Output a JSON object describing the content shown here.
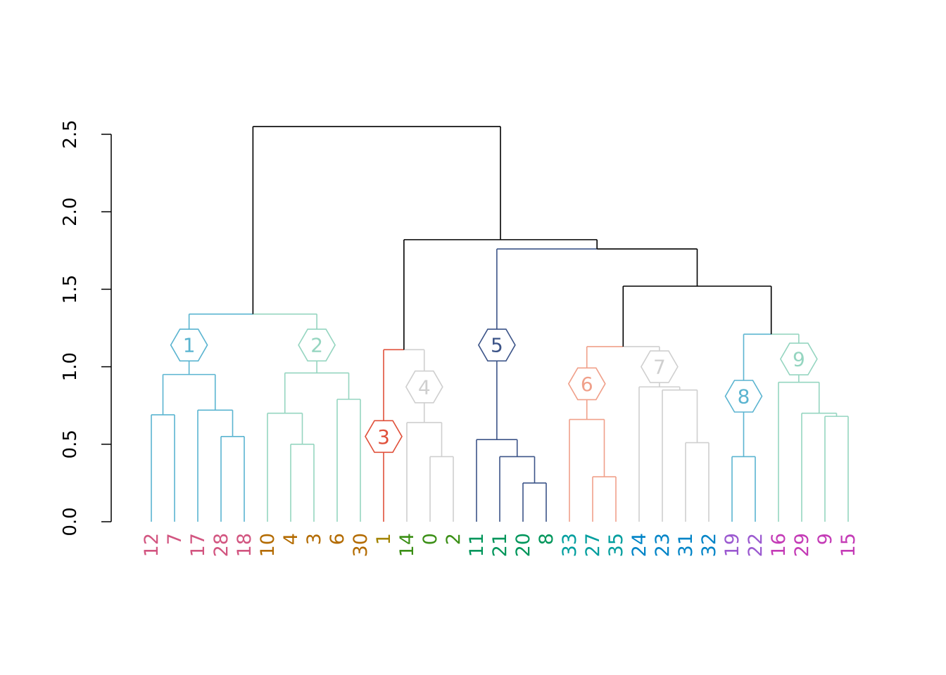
{
  "chart_data": {
    "type": "dendrogram",
    "title": "",
    "xlabel": "",
    "ylabel": "",
    "ylim": [
      0,
      2.5
    ],
    "y_ticks": [
      "0.0",
      "0.5",
      "1.0",
      "1.5",
      "2.0",
      "2.5"
    ],
    "grid": false,
    "leaves": [
      {
        "label": "12",
        "color": "#d25580"
      },
      {
        "label": "7",
        "color": "#d25580"
      },
      {
        "label": "17",
        "color": "#d25580"
      },
      {
        "label": "28",
        "color": "#d25580"
      },
      {
        "label": "18",
        "color": "#d25580"
      },
      {
        "label": "10",
        "color": "#b36b00"
      },
      {
        "label": "4",
        "color": "#b36b00"
      },
      {
        "label": "3",
        "color": "#b36b00"
      },
      {
        "label": "6",
        "color": "#b36b00"
      },
      {
        "label": "30",
        "color": "#b36b00"
      },
      {
        "label": "1",
        "color": "#a38400"
      },
      {
        "label": "14",
        "color": "#3b8f16"
      },
      {
        "label": "0",
        "color": "#3b8f16"
      },
      {
        "label": "2",
        "color": "#3b8f16"
      },
      {
        "label": "11",
        "color": "#00965b"
      },
      {
        "label": "21",
        "color": "#00965b"
      },
      {
        "label": "20",
        "color": "#00965b"
      },
      {
        "label": "8",
        "color": "#00965b"
      },
      {
        "label": "33",
        "color": "#009e9e"
      },
      {
        "label": "27",
        "color": "#009e9e"
      },
      {
        "label": "35",
        "color": "#009e9e"
      },
      {
        "label": "24",
        "color": "#0084c7"
      },
      {
        "label": "23",
        "color": "#0084c7"
      },
      {
        "label": "31",
        "color": "#0084c7"
      },
      {
        "label": "32",
        "color": "#0084c7"
      },
      {
        "label": "19",
        "color": "#9b59d0"
      },
      {
        "label": "22",
        "color": "#9b59d0"
      },
      {
        "label": "16",
        "color": "#c43bb6"
      },
      {
        "label": "29",
        "color": "#c43bb6"
      },
      {
        "label": "9",
        "color": "#c43bb6"
      },
      {
        "label": "15",
        "color": "#c43bb6"
      }
    ],
    "merges": [
      {
        "a": "L1",
        "b": "L2",
        "h": 0.69,
        "color": "#5ab4d0"
      },
      {
        "a": "L5",
        "b": "L6",
        "h": 0.55,
        "color": "#5ab4d0"
      },
      {
        "a": "L3",
        "b": "M2",
        "h": 0.72,
        "color": "#5ab4d0"
      },
      {
        "a": "M1",
        "b": "M3",
        "h": 0.95,
        "color": "#5ab4d0"
      },
      {
        "a": "L8",
        "b": "L9",
        "h": 0.5,
        "color": "#95d5c0"
      },
      {
        "a": "L6b",
        "b": "M5",
        "h": 0.7,
        "color": "#95d5c0"
      },
      {
        "a": "L10",
        "b": "L11",
        "h": 0.79,
        "color": "#95d5c0"
      },
      {
        "a": "M6",
        "b": "M7",
        "h": 0.96,
        "color": "#95d5c0"
      },
      {
        "a": "G1",
        "b": "G2",
        "h": 1.34,
        "color": "#5ab4d0",
        "color_b": "#95d5c0"
      },
      {
        "a": "L14",
        "b": "L15",
        "h": 0.42,
        "color": "#cfcfcf"
      },
      {
        "a": "L13",
        "b": "M10",
        "h": 0.64,
        "color": "#cfcfcf"
      },
      {
        "a": "L12",
        "b": "G4",
        "h": 1.11,
        "color": "#e0503a",
        "color_b": "#cfcfcf"
      },
      {
        "a": "L18",
        "b": "L19",
        "h": 0.25,
        "color": "#3c5488"
      },
      {
        "a": "L17",
        "b": "M13",
        "h": 0.42,
        "color": "#3c5488"
      },
      {
        "a": "L16",
        "b": "M14",
        "h": 0.53,
        "color": "#3c5488"
      },
      {
        "a": "L21",
        "b": "L22",
        "h": 0.29,
        "color": "#f0a08a"
      },
      {
        "a": "L20",
        "b": "M16",
        "h": 0.66,
        "color": "#f0a08a"
      },
      {
        "a": "L25",
        "b": "L26",
        "h": 0.51,
        "color": "#cfcfcf"
      },
      {
        "a": "L24",
        "b": "M18",
        "h": 0.85,
        "color": "#cfcfcf"
      },
      {
        "a": "L23",
        "b": "M19",
        "h": 0.87,
        "color": "#cfcfcf"
      },
      {
        "a": "G6",
        "b": "G7",
        "h": 1.13,
        "color": "#f0a08a",
        "color_b": "#cfcfcf"
      },
      {
        "a": "L27",
        "b": "L28",
        "h": 0.42,
        "color": "#5ab4d0"
      },
      {
        "a": "L31",
        "b": "L32",
        "h": 0.68,
        "color": "#95d5c0"
      },
      {
        "a": "L30",
        "b": "M23",
        "h": 0.7,
        "color": "#95d5c0"
      },
      {
        "a": "L29",
        "b": "M24",
        "h": 0.9,
        "color": "#95d5c0"
      },
      {
        "a": "G8",
        "b": "G9",
        "h": 1.21,
        "color": "#5ab4d0",
        "color_b": "#95d5c0"
      },
      {
        "a": "G67",
        "b": "G89",
        "h": 1.52,
        "color": "#000000"
      },
      {
        "a": "G5",
        "b": "G6789",
        "h": 1.76,
        "color": "#3c5488",
        "color_b": "#000000"
      },
      {
        "a": "G34",
        "b": "G56789",
        "h": 1.82,
        "color": "#000000"
      },
      {
        "a": "G12",
        "b": "GR",
        "h": 2.55,
        "color": "#000000"
      }
    ],
    "clusters": [
      {
        "label": "1",
        "color": "#5ab4d0",
        "h": 1.14
      },
      {
        "label": "2",
        "color": "#95d5c0",
        "h": 1.14
      },
      {
        "label": "3",
        "color": "#e0503a",
        "h": 0.55
      },
      {
        "label": "4",
        "color": "#cfcfcf",
        "h": 0.87
      },
      {
        "label": "5",
        "color": "#3c5488",
        "h": 1.14
      },
      {
        "label": "6",
        "color": "#f0a08a",
        "h": 0.89
      },
      {
        "label": "7",
        "color": "#cfcfcf",
        "h": 1.0
      },
      {
        "label": "8",
        "color": "#5ab4d0",
        "h": 0.81
      },
      {
        "label": "9",
        "color": "#95d5c0",
        "h": 1.05
      }
    ]
  }
}
